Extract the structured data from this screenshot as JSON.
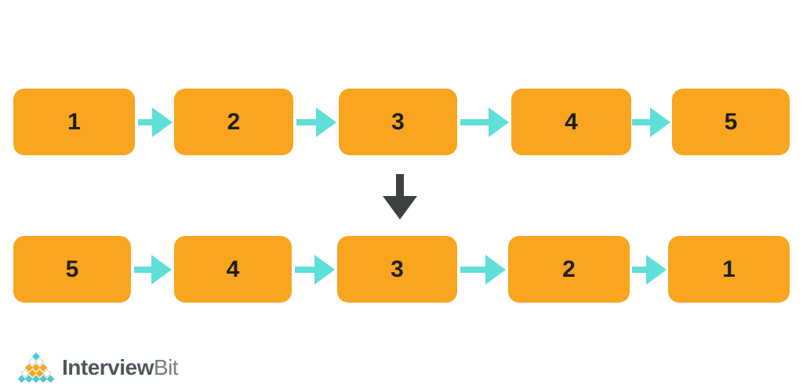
{
  "page": {
    "background": "#FFFFFF"
  },
  "diagram": {
    "type": "linked-list-reversal",
    "row1": {
      "nodes": [
        "1",
        "2",
        "3",
        "4",
        "5"
      ]
    },
    "row2": {
      "nodes": [
        "5",
        "4",
        "3",
        "2",
        "1"
      ]
    },
    "colors": {
      "node_fill": "#F9A51F",
      "node_text": "#1E1E1E",
      "link_arrow": "#5FDFD9",
      "transform_arrow": "#3E4142"
    },
    "icons": {
      "link_arrow": "right-arrow-icon",
      "transform_arrow": "down-arrow-icon"
    }
  },
  "logo": {
    "icon": "interviewbit-pyramid-icon",
    "text_bold": "Interview",
    "text_light": "Bit",
    "colors": {
      "teal": "#4EC8CB",
      "orange": "#F5A623",
      "white_tile": "#FFFFFF",
      "tile_border": "#C8CCD2",
      "text_bold": "#50565E",
      "text_light": "#7A8088"
    }
  }
}
